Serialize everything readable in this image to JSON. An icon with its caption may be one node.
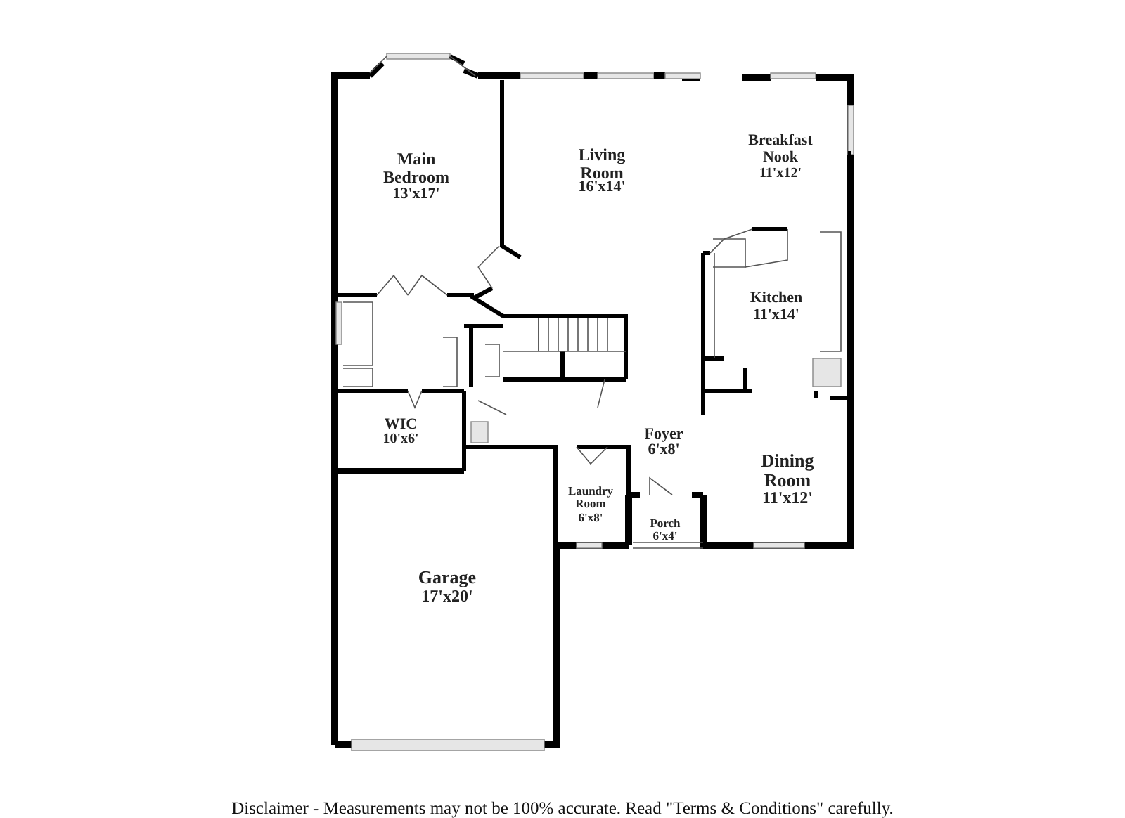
{
  "diagram": {
    "caption": "Disclaimer - Measurements may not be 100% accurate. Read \"Terms & Conditions\" carefully.",
    "labels": [
      "Main Bedroom",
      "13'x17'",
      "Living Room",
      "16'x14'",
      "Breakfast Nook",
      "11'x12'",
      "Kitchen",
      "11'x14'",
      "WIC",
      "10'x6'",
      "Foyer",
      "6'x8'",
      "Dining Room",
      "11'x12'",
      "Laundry Room",
      "6'x8'",
      "Porch",
      "6'x4'",
      "Garage",
      "17'x20'"
    ]
  }
}
